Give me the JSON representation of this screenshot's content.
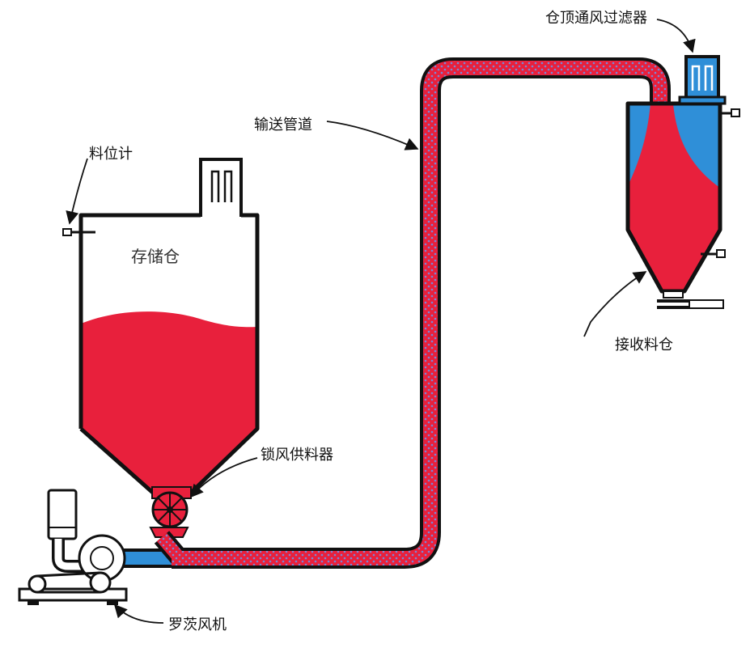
{
  "labels": {
    "level_gauge": "料位计",
    "storage_silo": "存储仓",
    "conveying_pipe": "输送管道",
    "rotary_valve": "锁风供料器",
    "roots_blower": "罗茨风机",
    "receiving_bin": "接收料仓",
    "bin_vent_filter": "仓顶通风过滤器"
  },
  "colors": {
    "material": "#e8203c",
    "air": "#2f8fd8",
    "outline": "#111111",
    "pipe_wall": "#222222",
    "dot": "#6a7bd0"
  },
  "icons": {
    "blower": "roots-blower-icon",
    "valve": "rotary-valve-icon",
    "filter": "bag-filter-icon"
  }
}
